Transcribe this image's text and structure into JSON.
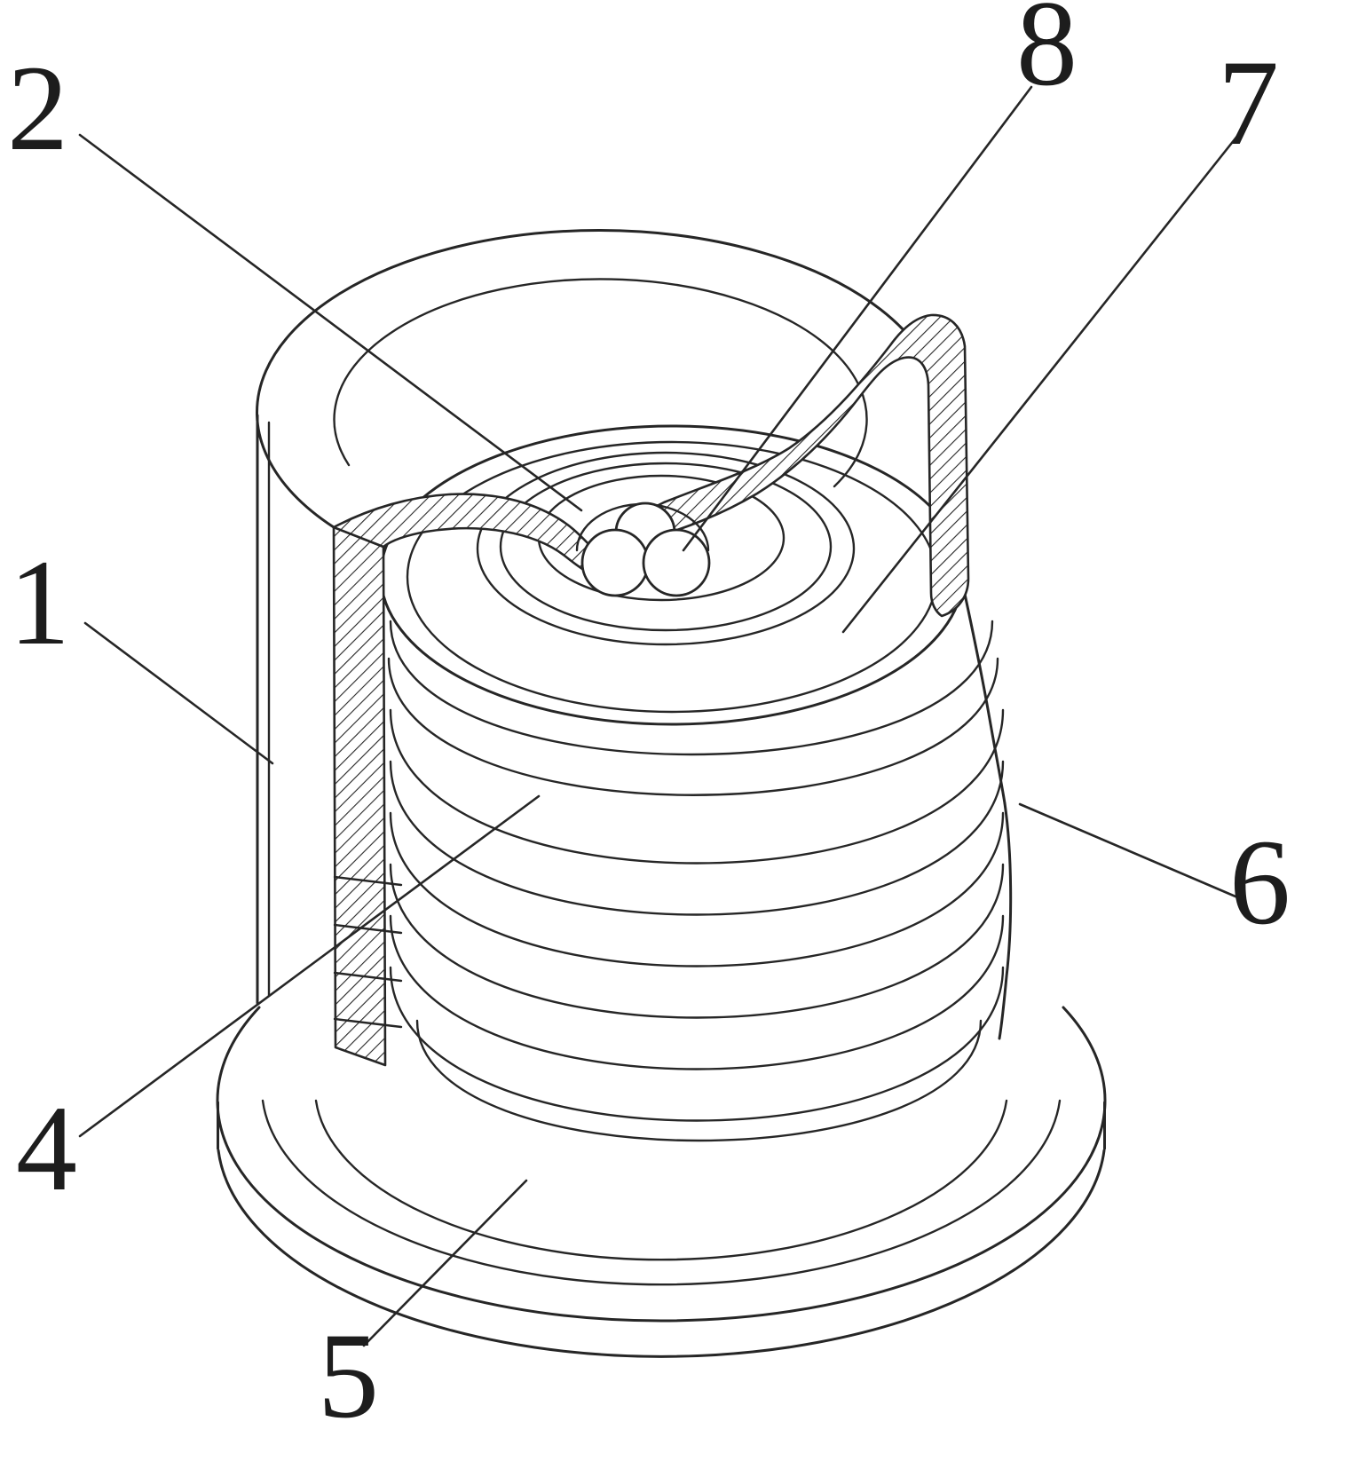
{
  "figure": {
    "title": "patent-style cutaway drawing of sealed threaded cap assembly",
    "background_color": "#ffffff",
    "line_color": "#262626",
    "labels": [
      {
        "id": "2",
        "text": "2"
      },
      {
        "id": "8",
        "text": "8"
      },
      {
        "id": "7",
        "text": "7"
      },
      {
        "id": "1",
        "text": "1"
      },
      {
        "id": "6",
        "text": "6"
      },
      {
        "id": "4",
        "text": "4"
      },
      {
        "id": "5",
        "text": "5"
      }
    ]
  }
}
